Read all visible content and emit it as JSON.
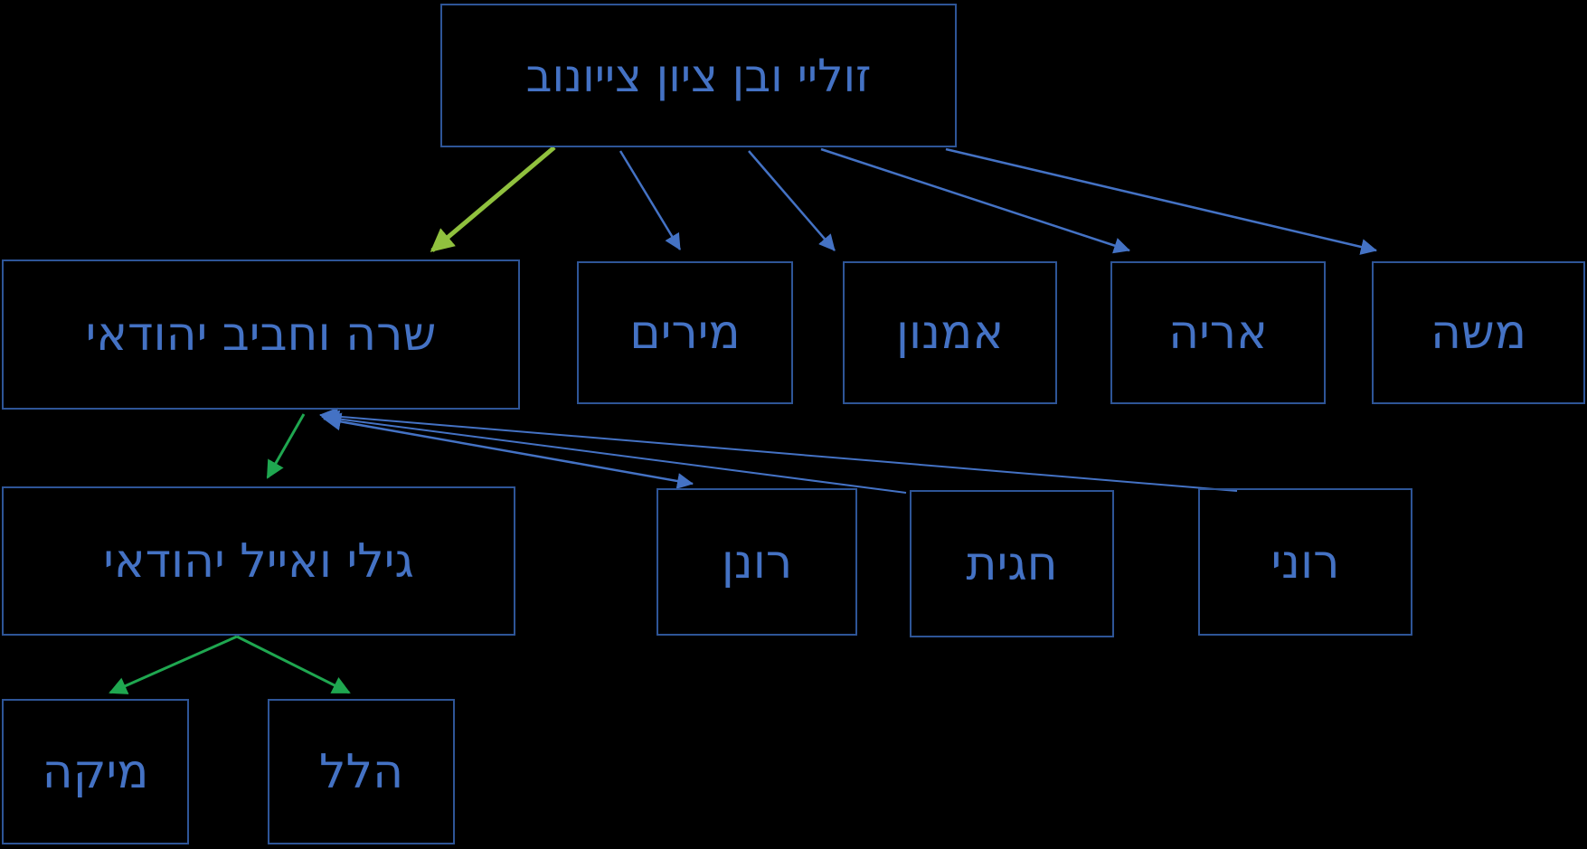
{
  "diagram_type": "family-tree",
  "colors": {
    "bg": "#000000",
    "box_border": "#2E5597",
    "text_color": "#4472C4",
    "arrow_blue": "#4472C4",
    "arrow_green": "#1FA750",
    "arrow_ygreen": "#90C13E"
  },
  "tree": {
    "root": {
      "label": "זוליי ובן ציון צייונוב"
    },
    "generation2": [
      {
        "label": "שרה וחביב יהודאי"
      },
      {
        "label": "מירים"
      },
      {
        "label": "אמנון"
      },
      {
        "label": "אריה"
      },
      {
        "label": "משה"
      }
    ],
    "generation3": [
      {
        "label": "גילי ואייל יהודאי"
      },
      {
        "label": "רונן"
      },
      {
        "label": "חגית"
      },
      {
        "label": "רוני"
      }
    ],
    "generation4": [
      {
        "label": "מיקה"
      },
      {
        "label": "הלל"
      }
    ]
  },
  "edges": [
    {
      "from": "zuli-ben-zion",
      "to": "sara-haviv",
      "color": "yellow-green"
    },
    {
      "from": "zuli-ben-zion",
      "to": "miriam",
      "color": "blue"
    },
    {
      "from": "zuli-ben-zion",
      "to": "amnon",
      "color": "blue"
    },
    {
      "from": "zuli-ben-zion",
      "to": "arie",
      "color": "blue"
    },
    {
      "from": "zuli-ben-zion",
      "to": "moshe",
      "color": "blue"
    },
    {
      "from": "sara-haviv",
      "to": "gili-eyal",
      "color": "green"
    },
    {
      "from": "sara-haviv",
      "to": "ronen",
      "color": "blue",
      "bidirectional": true
    },
    {
      "from": "sara-haviv",
      "to": "hagit",
      "color": "blue",
      "bidirectional": true
    },
    {
      "from": "sara-haviv",
      "to": "roni",
      "color": "blue",
      "bidirectional": true
    },
    {
      "from": "gili-eyal",
      "to": "mika",
      "color": "green"
    },
    {
      "from": "gili-eyal",
      "to": "hillel",
      "color": "green"
    }
  ]
}
